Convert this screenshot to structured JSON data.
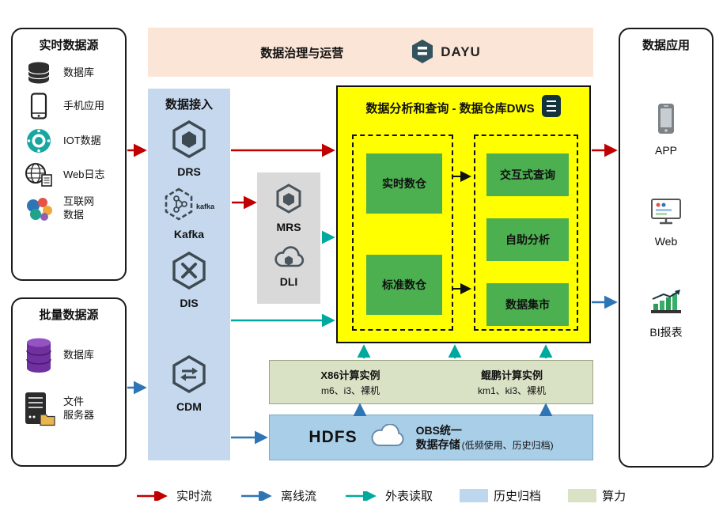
{
  "colors": {
    "realtime_flow": "#C00000",
    "offline_flow": "#2E75B6",
    "external_read": "#00A99D",
    "history_archive": "#BDD7EE",
    "compute_power": "#D9E2C4",
    "dws_background": "#FFFF00",
    "module_green": "#4CAF50",
    "ingestion_background": "#C5D8EE",
    "middleware_background": "#D9D9D9",
    "governance_background": "#FBE5D6",
    "storage_background": "#A9CFE8"
  },
  "governance": {
    "title": "数据治理与运营",
    "logo_text": "DAYU"
  },
  "panels": {
    "realtime": {
      "title": "实时数据源",
      "items": [
        {
          "icon": "database-icon",
          "label": "数据库"
        },
        {
          "icon": "mobile-phone-icon",
          "label": "手机应用"
        },
        {
          "icon": "iot-icon",
          "label": "IOT数据"
        },
        {
          "icon": "web-globe-icon",
          "label": "Web日志"
        },
        {
          "icon": "internet-data-icon",
          "label": "互联网\n数据"
        }
      ]
    },
    "batch": {
      "title": "批量数据源",
      "items": [
        {
          "icon": "database-stack-icon",
          "label": "数据库"
        },
        {
          "icon": "file-server-icon",
          "label": "文件\n服务器"
        }
      ]
    },
    "ingestion": {
      "title": "数据接入",
      "services": [
        {
          "icon": "drs-hexagon-icon",
          "label": "DRS"
        },
        {
          "icon": "kafka-hexagon-icon",
          "label": "Kafka",
          "logo_text": "kafka"
        },
        {
          "icon": "dis-hexagon-icon",
          "label": "DIS"
        },
        {
          "icon": "cdm-hexagon-icon",
          "label": "CDM"
        }
      ]
    },
    "middleware": {
      "services": [
        {
          "icon": "mrs-hexagon-icon",
          "label": "MRS"
        },
        {
          "icon": "dli-cloud-icon",
          "label": "DLI"
        }
      ]
    },
    "dws": {
      "title": "数据分析和查询 - 数据仓库DWS",
      "warehouses": [
        "实时数仓",
        "标准数仓"
      ],
      "services": [
        "交互式查询",
        "自助分析",
        "数据集市"
      ]
    },
    "compute": {
      "x86": {
        "title": "X86计算实例",
        "specs": "m6、i3、裸机"
      },
      "kunpeng": {
        "title": "鲲鹏计算实例",
        "specs": "km1、ki3、裸机"
      }
    },
    "storage": {
      "hdfs_label": "HDFS",
      "obs_line1": "OBS统一",
      "obs_line2": "数据存储",
      "obs_note": "(低频使用、历史归档)"
    },
    "applications": {
      "title": "数据应用",
      "items": [
        {
          "icon": "app-phone-icon",
          "label": "APP"
        },
        {
          "icon": "web-monitor-icon",
          "label": "Web"
        },
        {
          "icon": "bi-report-icon",
          "label": "BI报表"
        }
      ]
    }
  },
  "legend": {
    "items": [
      {
        "type": "arrow",
        "color_key": "realtime_flow",
        "label": "实时流"
      },
      {
        "type": "arrow",
        "color_key": "offline_flow",
        "label": "离线流"
      },
      {
        "type": "arrow",
        "color_key": "external_read",
        "label": "外表读取"
      },
      {
        "type": "swatch",
        "color_key": "history_archive",
        "label": "历史归档"
      },
      {
        "type": "swatch",
        "color_key": "compute_power",
        "label": "算力"
      }
    ]
  }
}
